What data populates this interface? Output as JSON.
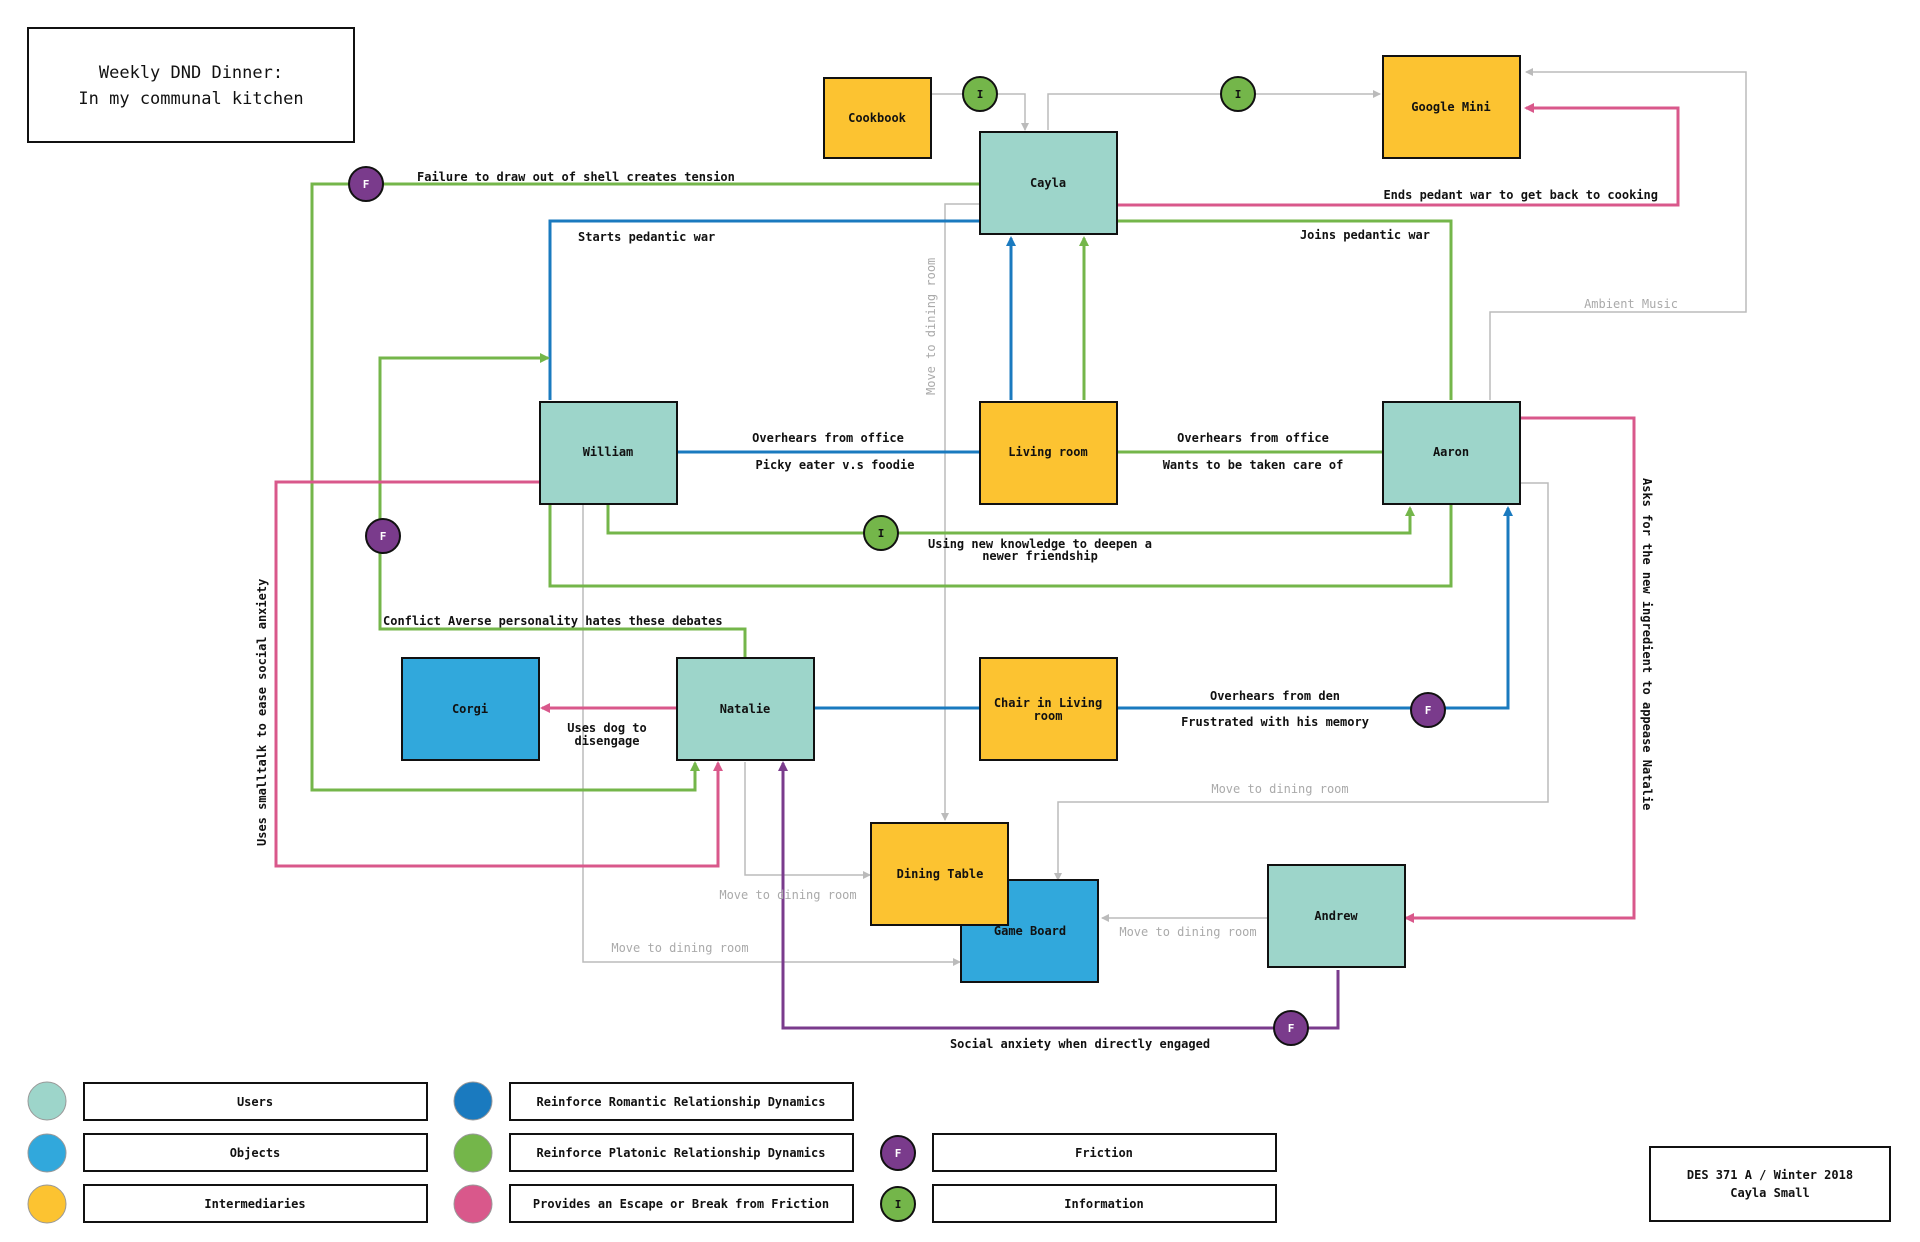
{
  "colors": {
    "user": "#9dd5ca",
    "object": "#31a8dc",
    "intermediary": "#fcc331",
    "romantic": "#1a7abf",
    "platonic": "#74b64a",
    "escape": "#d9588b",
    "friction": "#7a3b8c",
    "information": "#74b64a",
    "neutral": "#bbbbbb"
  },
  "title": {
    "line1": "Weekly DND Dinner:",
    "line2": "In my communal kitchen"
  },
  "nodes": {
    "cookbook": "Cookbook",
    "cayla": "Cayla",
    "google_mini": "Google Mini",
    "william": "William",
    "living_room": "Living room",
    "aaron": "Aaron",
    "corgi": "Corgi",
    "natalie": "Natalie",
    "chair_line1": "Chair in Living",
    "chair_line2": "room",
    "dining_table": "Dining Table",
    "game_board": "Game Board",
    "andrew": "Andrew"
  },
  "edges": {
    "failure_shell": "Failure to draw out of shell creates tension",
    "starts_pedantic": "Starts pedantic war",
    "ends_pedant": "Ends pedant war to get back to cooking",
    "joins_pedantic": "Joins pedantic war",
    "ambient_music": "Ambient Music",
    "move_dining_vertical": "Move to dining room",
    "overhears_office_left": "Overhears from office",
    "picky_eater": "Picky eater v.s foodie",
    "overhears_office_right": "Overhears from office",
    "wants_care": "Wants to be taken care of",
    "new_knowledge_line1": "Using new knowledge to deepen a",
    "new_knowledge_line2": "newer friendship",
    "asks_ingredient": "Asks for the new ingredient to appease Natalie",
    "conflict_averse": "Conflict Averse personality hates these debates",
    "smalltalk": "Uses smalltalk to ease social anxiety",
    "uses_dog_line1": "Uses dog to",
    "uses_dog_line2": "disengage",
    "overhears_den": "Overhears from den",
    "frustrated_memory": "Frustrated with his memory",
    "move_dining_aaron": "Move to dining room",
    "move_dining_natalie": "Move to dining room",
    "move_dining_andrew": "Move to dining room",
    "move_dining_william": "Move to dining room",
    "social_anxiety": "Social anxiety when directly engaged"
  },
  "badges": {
    "friction": "F",
    "information": "I"
  },
  "legend": {
    "users": "Users",
    "objects": "Objects",
    "intermediaries": "Intermediaries",
    "romantic": "Reinforce Romantic Relationship Dynamics",
    "platonic": "Reinforce Platonic Relationship Dynamics",
    "escape": "Provides an Escape or Break from Friction",
    "friction": "Friction",
    "information": "Information"
  },
  "credit": {
    "line1": "DES 371 A / Winter 2018",
    "line2": "Cayla Small"
  }
}
